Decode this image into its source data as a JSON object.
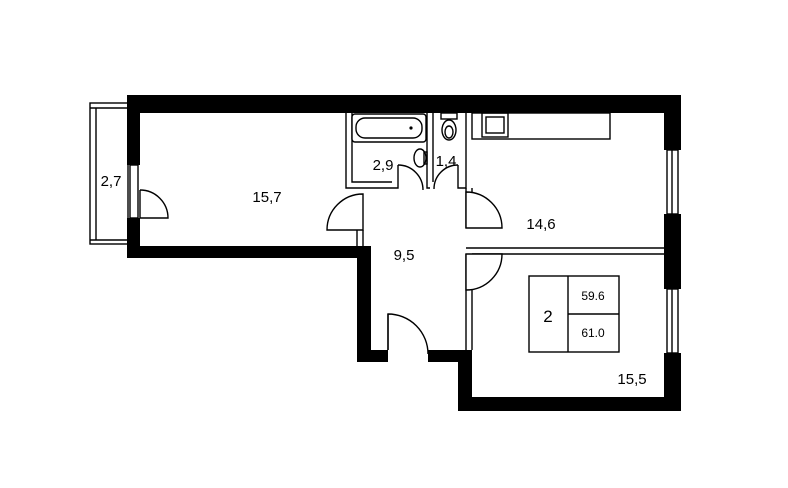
{
  "rooms": {
    "balcony": "2,7",
    "living_left": "15,7",
    "bathroom": "2,9",
    "toilet": "1,4",
    "kitchen": "14,6",
    "hall": "9,5",
    "bedroom": "15,5"
  },
  "legend": {
    "room_count": "2",
    "area_living": "59.6",
    "area_total": "61.0"
  }
}
